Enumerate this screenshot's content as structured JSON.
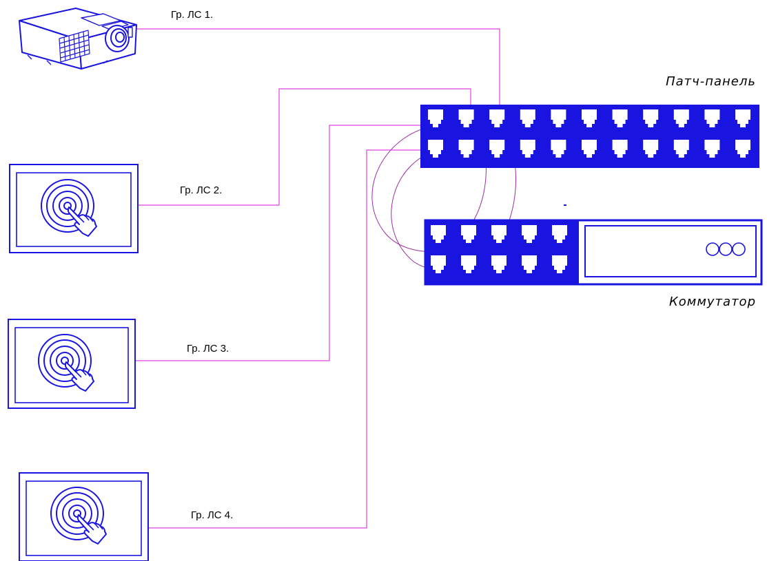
{
  "colors": {
    "cable": "#e040e0",
    "patch_cord": "#9c2fa0",
    "device": "#1a14e0",
    "projector": "#1a14e0",
    "text": "#000000"
  },
  "icons": {
    "projector": "projector-icon",
    "touch_panel": "touch-panel-icon",
    "port": "rj45-port-icon",
    "indicators": "status-lights-icon"
  },
  "labels": {
    "patch_panel": "Патч-панель",
    "switch": "Коммутатор"
  },
  "lines": [
    {
      "label": "Гр. ЛС 1.",
      "device": "projector"
    },
    {
      "label": "Гр. ЛС 2.",
      "device": "touch-panel"
    },
    {
      "label": "Гр. ЛС 3.",
      "device": "touch-panel"
    },
    {
      "label": "Гр. ЛС 4.",
      "device": "touch-panel"
    }
  ],
  "patch_panel": {
    "rows": 2,
    "ports_per_row": 11
  },
  "switch": {
    "rows": 2,
    "ports_per_row": 5
  }
}
